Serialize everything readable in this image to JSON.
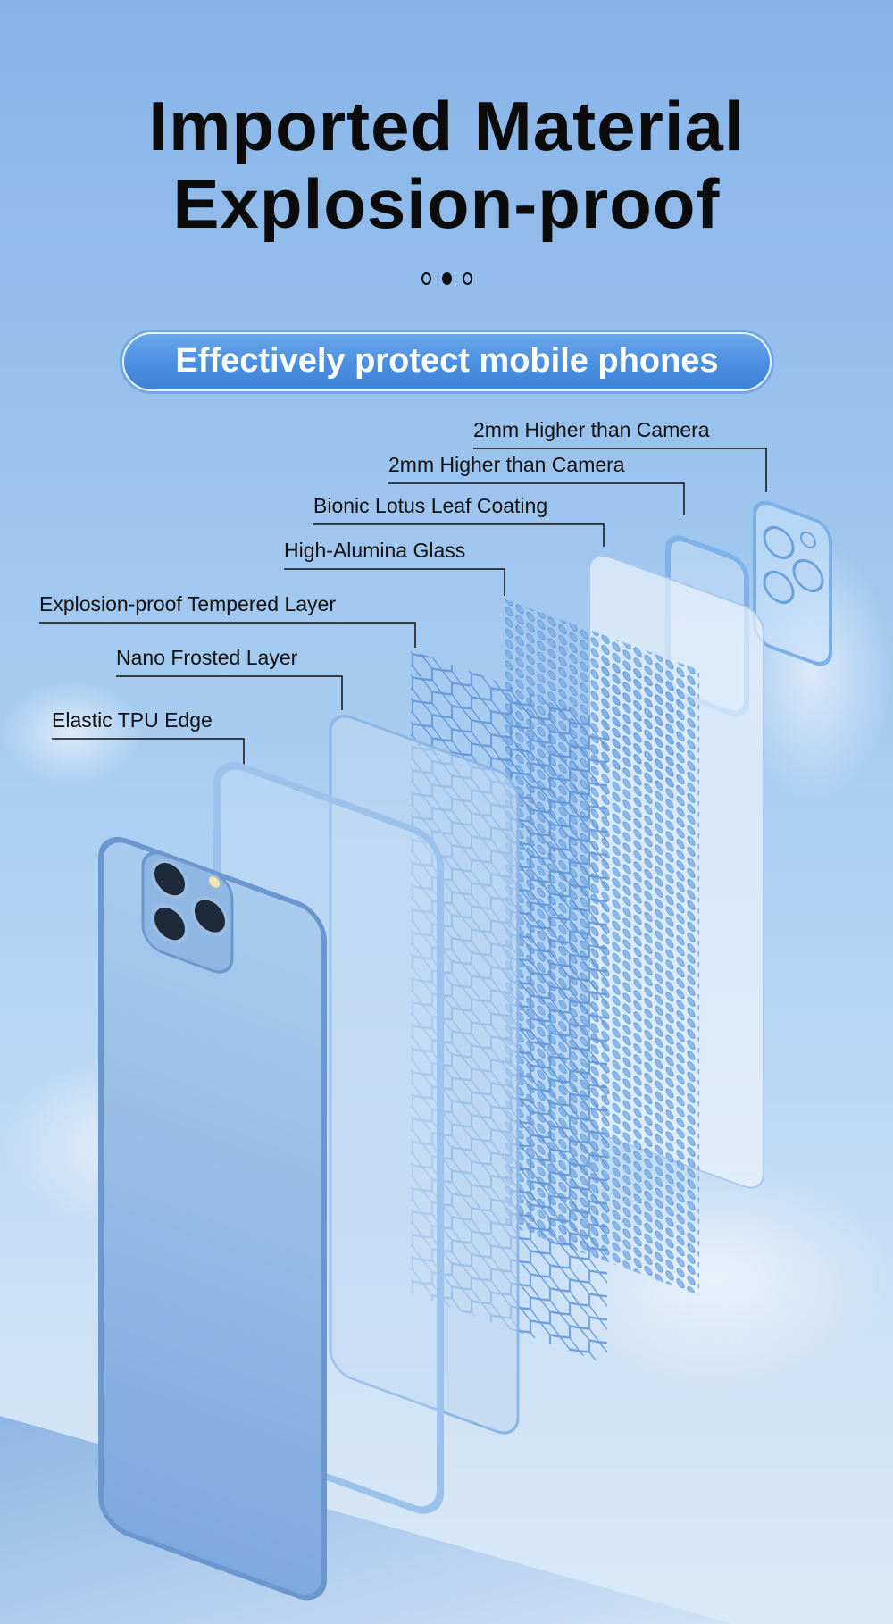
{
  "header": {
    "title_line1": "Imported Material",
    "title_line2": "Explosion-proof"
  },
  "carousel": {
    "count": 3,
    "active_index": 1
  },
  "banner": {
    "label": "Effectively protect mobile phones"
  },
  "layers": [
    {
      "label": "2mm Higher than Camera"
    },
    {
      "label": "2mm Higher than Camera"
    },
    {
      "label": "Bionic Lotus Leaf Coating"
    },
    {
      "label": "High-Alumina Glass"
    },
    {
      "label": "Explosion-proof Tempered Layer"
    },
    {
      "label": "Nano Frosted Layer"
    },
    {
      "label": "Elastic TPU Edge"
    }
  ],
  "colors": {
    "banner": "#4a8ee0",
    "sky": "#9cc4ee",
    "text": "#111111"
  }
}
